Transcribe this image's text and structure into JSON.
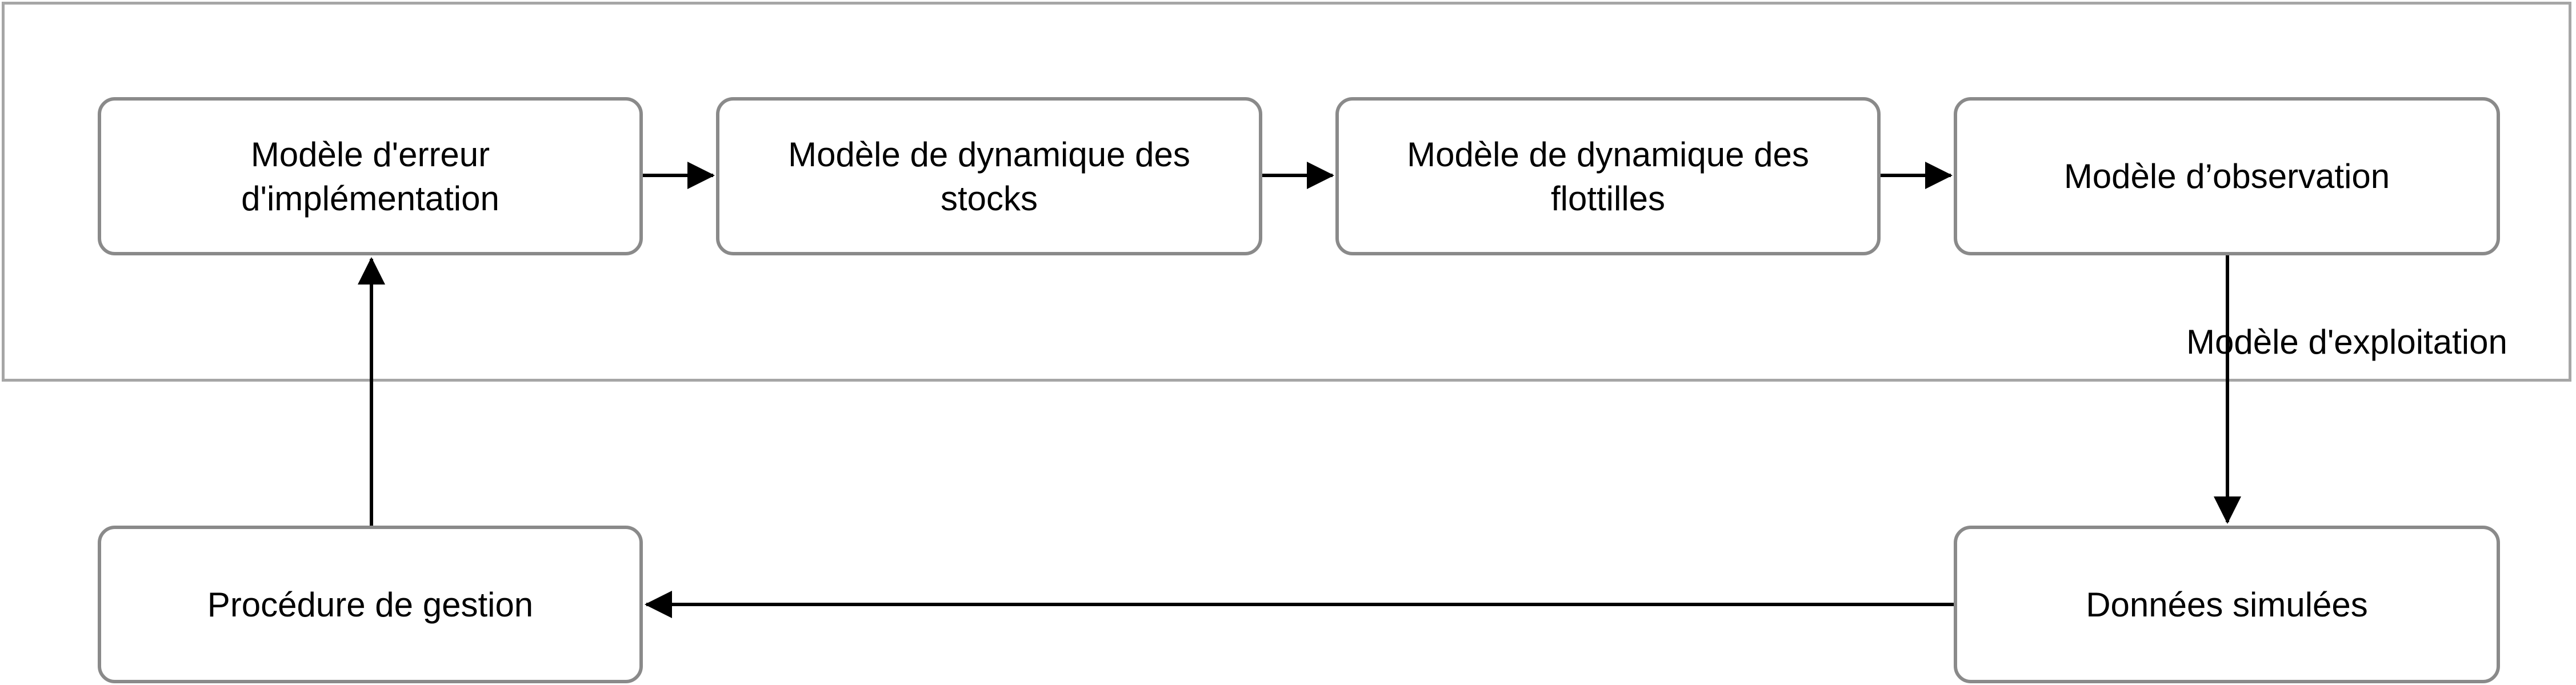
{
  "group": {
    "label": "Modèle d'exploitation"
  },
  "nodes": {
    "implementation_error": "Modèle d'erreur\nd'implémentation",
    "stock_dynamics": "Modèle de dynamique des\nstocks",
    "fleet_dynamics": "Modèle de dynamique des\nflottilles",
    "observation": "Modèle d’observation",
    "management_procedure": "Procédure de gestion",
    "simulated_data": "Données simulées"
  },
  "colors": {
    "frame": "#a6a6a6",
    "box_border": "#8a8a8a",
    "arrow": "#000000",
    "text": "#000000"
  }
}
